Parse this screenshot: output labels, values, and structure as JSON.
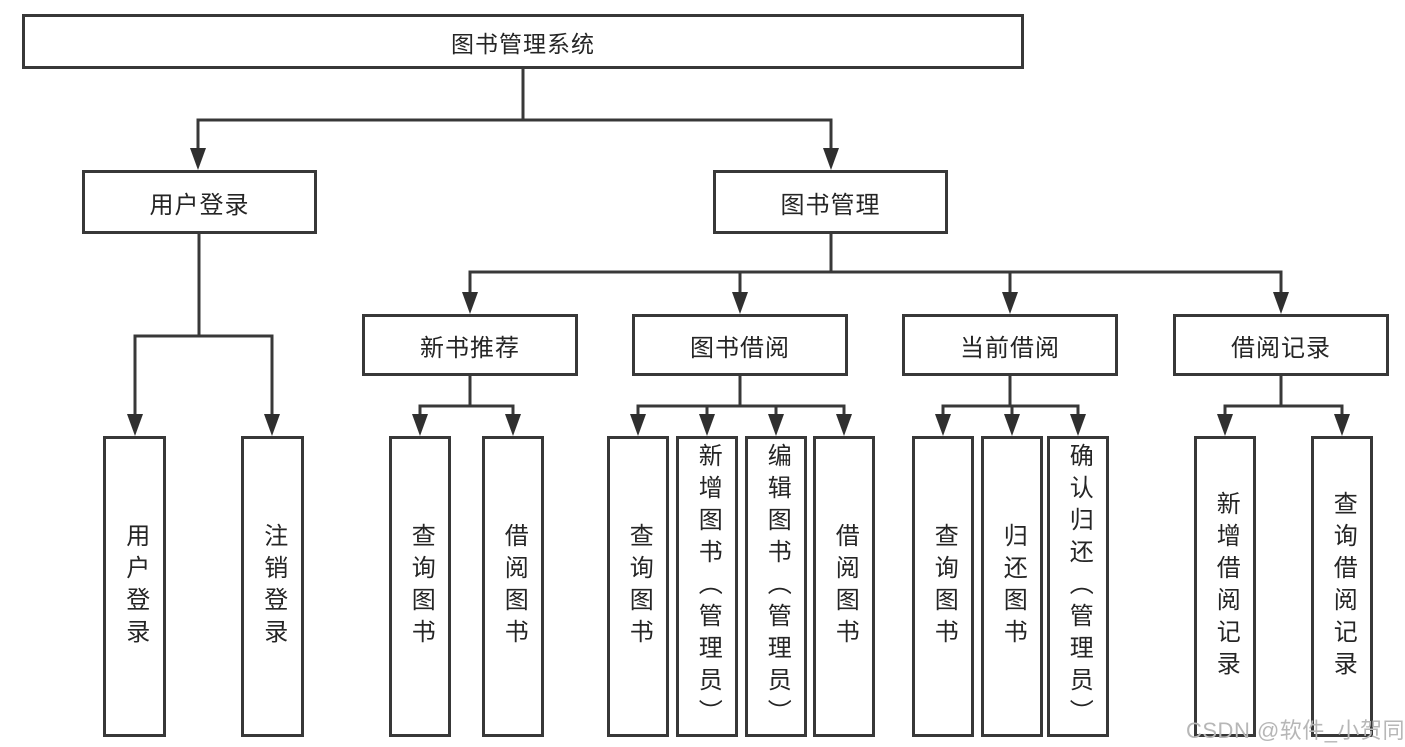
{
  "diagram": {
    "root": {
      "label": "图书管理系统"
    },
    "user_login": {
      "label": "用户登录"
    },
    "book_management": {
      "label": "图书管理"
    },
    "new_book_rec": {
      "label": "新书推荐"
    },
    "book_borrow": {
      "label": "图书借阅"
    },
    "current_borrow": {
      "label": "当前借阅"
    },
    "borrow_records": {
      "label": "借阅记录"
    },
    "leaf_user_login": {
      "label": "用户登录"
    },
    "leaf_logout": {
      "label": "注销登录"
    },
    "leaf_nb_query": {
      "label": "查询图书"
    },
    "leaf_nb_borrow": {
      "label": "借阅图书"
    },
    "leaf_bb_query": {
      "label": "查询图书"
    },
    "leaf_bb_add": {
      "label": "新增图书（管理员）"
    },
    "leaf_bb_edit": {
      "label": "编辑图书（管理员）"
    },
    "leaf_bb_borrow": {
      "label": "借阅图书"
    },
    "leaf_cb_query": {
      "label": "查询图书"
    },
    "leaf_cb_return": {
      "label": "归还图书"
    },
    "leaf_cb_confirm": {
      "label": "确认归还（管理员）"
    },
    "leaf_br_add": {
      "label": "新增借阅记录"
    },
    "leaf_br_query": {
      "label": "查询借阅记录"
    }
  },
  "watermark": {
    "text": "CSDN @软件_小贺同学"
  }
}
